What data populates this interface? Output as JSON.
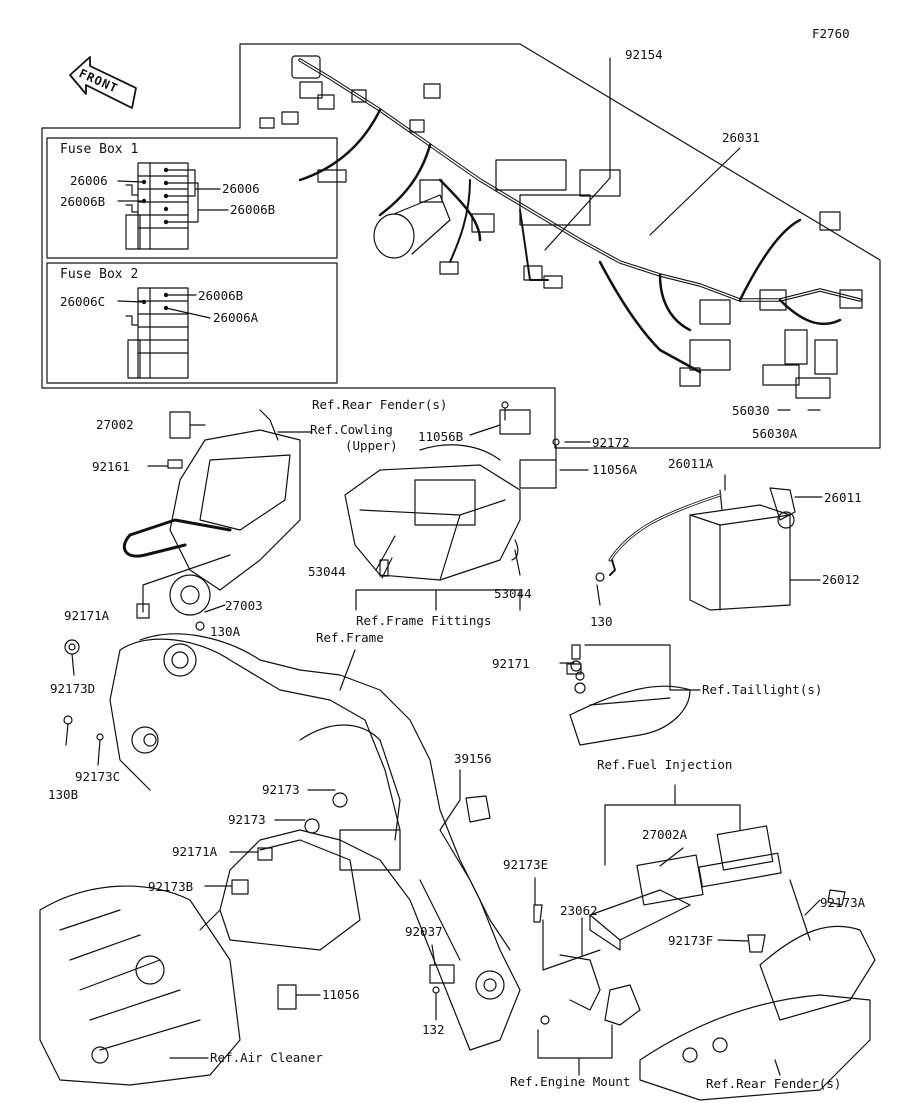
{
  "figure_code": "F2760",
  "direction_arrow_text": "FRONT",
  "fuse_boxes": [
    {
      "title": "Fuse Box 1",
      "labels": [
        "26006",
        "26006B",
        "26006",
        "26006B"
      ]
    },
    {
      "title": "Fuse Box 2",
      "labels": [
        "26006C",
        "26006B",
        "26006A"
      ]
    }
  ],
  "part_labels": {
    "p92154": "92154",
    "p26031": "26031",
    "p56030": "56030",
    "p56030A": "56030A",
    "p27002": "27002",
    "p92161": "92161",
    "ref_cowling_1": "Ref.Cowling",
    "ref_cowling_2": "(Upper)",
    "ref_rear_fender_top": "Ref.Rear Fender(s)",
    "p11056B": "11056B",
    "p92172": "92172",
    "p11056A": "11056A",
    "p26011A": "26011A",
    "p26011": "26011",
    "p26012": "26012",
    "p53044_l": "53044",
    "p53044_r": "53044",
    "p130": "130",
    "ref_frame_fittings": "Ref.Frame Fittings",
    "p92171A_top": "92171A",
    "p27003": "27003",
    "p130A": "130A",
    "p92173D": "92173D",
    "ref_frame": "Ref.Frame",
    "p92171": "92171",
    "ref_taillight": "Ref.Taillight(s)",
    "p130B": "130B",
    "p92173C": "92173C",
    "p92173_a": "92173",
    "p92173_b": "92173",
    "p39156": "39156",
    "ref_fuel_injection": "Ref.Fuel Injection",
    "p27002A": "27002A",
    "p92171A_mid": "92171A",
    "p92173B": "92173B",
    "p92173E": "92173E",
    "p23062": "23062",
    "p92173A": "92173A",
    "p92173F": "92173F",
    "p92037": "92037",
    "p11056": "11056",
    "p132": "132",
    "ref_air_cleaner": "Ref.Air Cleaner",
    "ref_engine_mount": "Ref.Engine Mount",
    "ref_rear_fender_bottom": "Ref.Rear Fender(s)"
  }
}
